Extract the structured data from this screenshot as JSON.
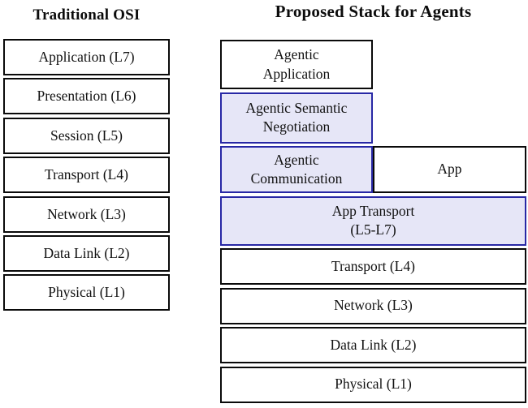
{
  "colors": {
    "background": "#ffffff",
    "text": "#111111",
    "black_border": "#0a0a0a",
    "navy_border": "#2828a5",
    "lavender_fill": "#e6e6f7",
    "white_fill": "#ffffff"
  },
  "left_panel": {
    "title": "Traditional OSI",
    "layers": [
      {
        "label": "Application (L7)"
      },
      {
        "label": "Presentation (L6)"
      },
      {
        "label": "Session (L5)"
      },
      {
        "label": "Transport (L4)"
      },
      {
        "label": "Network (L3)"
      },
      {
        "label": "Data Link (L2)"
      },
      {
        "label": "Physical (L1)"
      }
    ]
  },
  "right_panel": {
    "title": "Proposed Stack for Agents",
    "rows": [
      {
        "type": "half-left",
        "boxes": [
          {
            "style": "white",
            "lines": [
              "Agentic",
              "Application"
            ],
            "name": "agentic-application"
          }
        ]
      },
      {
        "type": "half-left",
        "boxes": [
          {
            "style": "lavender",
            "lines": [
              "Agentic Semantic",
              "Negotiation"
            ],
            "name": "agentic-semantic-negotiation"
          }
        ]
      },
      {
        "type": "split",
        "boxes": [
          {
            "style": "lavender",
            "lines": [
              "Agentic",
              "Communication"
            ],
            "name": "agentic-communication"
          },
          {
            "style": "white",
            "lines": [
              "App"
            ],
            "name": "app"
          }
        ]
      },
      {
        "type": "full",
        "boxes": [
          {
            "style": "lavender",
            "lines": [
              "App Transport",
              "(L5-L7)"
            ],
            "name": "app-transport-l5-l7"
          }
        ]
      },
      {
        "type": "full",
        "boxes": [
          {
            "style": "white",
            "lines": [
              "Transport (L4)"
            ],
            "name": "transport-l4"
          }
        ]
      },
      {
        "type": "full",
        "boxes": [
          {
            "style": "white",
            "lines": [
              "Network (L3)"
            ],
            "name": "network-l3"
          }
        ]
      },
      {
        "type": "full",
        "boxes": [
          {
            "style": "white",
            "lines": [
              "Data Link (L2)"
            ],
            "name": "data-link-l2"
          }
        ]
      },
      {
        "type": "full",
        "boxes": [
          {
            "style": "white",
            "lines": [
              "Physical (L1)"
            ],
            "name": "physical-l1"
          }
        ]
      }
    ]
  }
}
